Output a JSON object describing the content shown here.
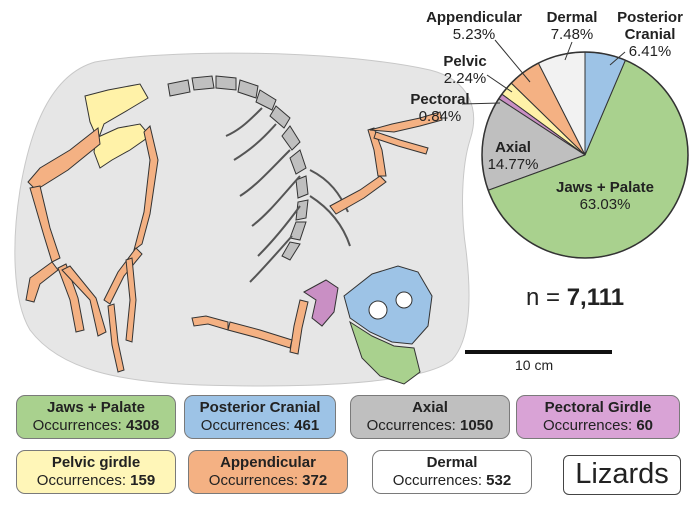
{
  "chart_data": {
    "type": "pie",
    "title": "",
    "slices": [
      {
        "label": "Jaws + Palate",
        "value": 63.03,
        "pct": "63.03%",
        "color": "#a9d18e"
      },
      {
        "label": "Axial",
        "value": 14.77,
        "pct": "14.77%",
        "color": "#bfbfbf"
      },
      {
        "label": "Pectoral",
        "value": 0.84,
        "pct": "0.84%",
        "color": "#c98fc4"
      },
      {
        "label": "Pelvic",
        "value": 2.24,
        "pct": "2.24%",
        "color": "#fff2a8"
      },
      {
        "label": "Appendicular",
        "value": 5.23,
        "pct": "5.23%",
        "color": "#f4b183"
      },
      {
        "label": "Dermal",
        "value": 7.48,
        "pct": "7.48%",
        "color": "#f2f2f2"
      },
      {
        "label": "Posterior Cranial",
        "value": 6.41,
        "pct": "6.41%",
        "color": "#9dc3e6"
      }
    ],
    "n_label": "n = ",
    "n_value": "7,111",
    "legend_placement": "bottom"
  },
  "scale_bar": {
    "label": "10 cm"
  },
  "occurrence_prefix": "Occurrences: ",
  "categories": [
    {
      "title": "Jaws + Palate",
      "count": "4308",
      "color": "#a9d18e"
    },
    {
      "title": "Posterior Cranial",
      "count": "461",
      "color": "#9dc3e6"
    },
    {
      "title": "Axial",
      "count": "1050",
      "color": "#bfbfbf"
    },
    {
      "title": "Pectoral Girdle",
      "count": "60",
      "color": "#d9a3d6"
    },
    {
      "title": "Pelvic girdle",
      "count": "159",
      "color": "#fff6b8"
    },
    {
      "title": "Appendicular",
      "count": "372",
      "color": "#f4b183"
    },
    {
      "title": "Dermal",
      "count": "532",
      "color": "#ffffff"
    }
  ],
  "taxon_label": "Lizards"
}
